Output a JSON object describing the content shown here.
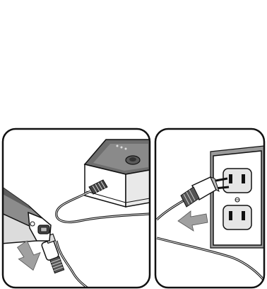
{
  "figure": {
    "panels": [
      {
        "id": "left",
        "depicts": [
          "camera-battery",
          "battery-charger",
          "charger-cable",
          "charging-plug"
        ],
        "arrow_direction": "down-left"
      },
      {
        "id": "right",
        "depicts": [
          "wall-outlet",
          "power-plug",
          "power-cord"
        ],
        "arrow_direction": "left"
      }
    ],
    "colors": {
      "line": "#111111",
      "shade": "#7a7a7a",
      "light_shade": "#bdbdbd",
      "arrow": "#9a9a9a",
      "background": "#ffffff"
    }
  }
}
